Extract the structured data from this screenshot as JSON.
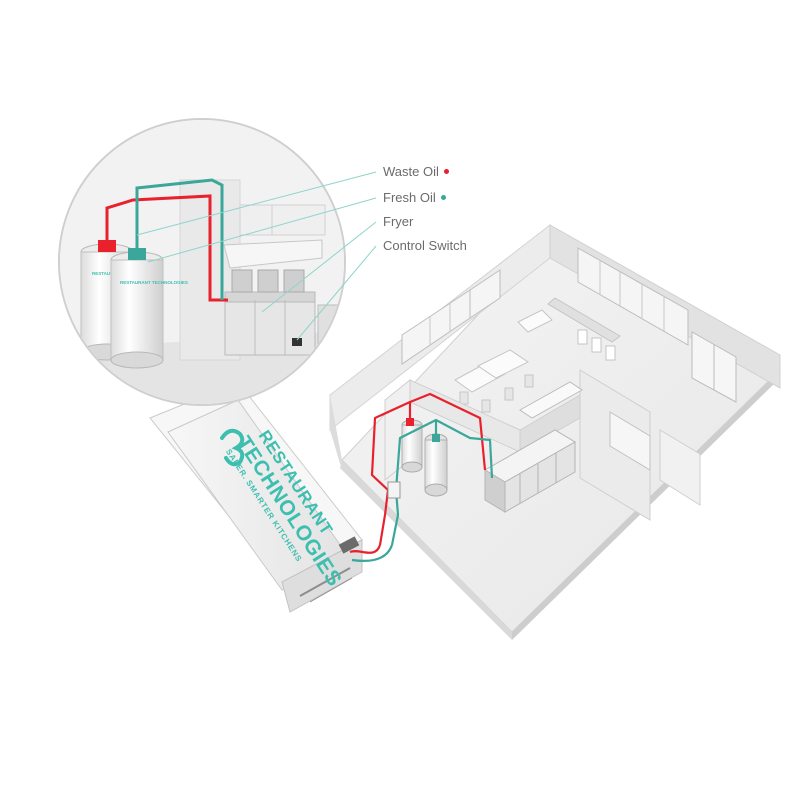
{
  "legend": [
    {
      "label": "Waste Oil",
      "marker_color": "#e8212d"
    },
    {
      "label": "Fresh Oil",
      "marker_color": "#3aa79a"
    },
    {
      "label": "Fryer",
      "marker_color": ""
    },
    {
      "label": "Control Switch",
      "marker_color": ""
    }
  ],
  "truck": {
    "brand_line1": "RESTAURANT",
    "brand_line2": "TECHNOLOGIES",
    "tagline": "SAFER. SMARTER KITCHENS",
    "brand_color": "#3dbfb0"
  },
  "tank_labels": {
    "left": "RESTAURANT TECHNOLOGIES",
    "right": "RESTAURANT TECHNOLOGIES"
  },
  "colors": {
    "waste_line": "#e8212d",
    "fresh_line": "#3aa79a",
    "leader_line": "#7fd0c6"
  }
}
